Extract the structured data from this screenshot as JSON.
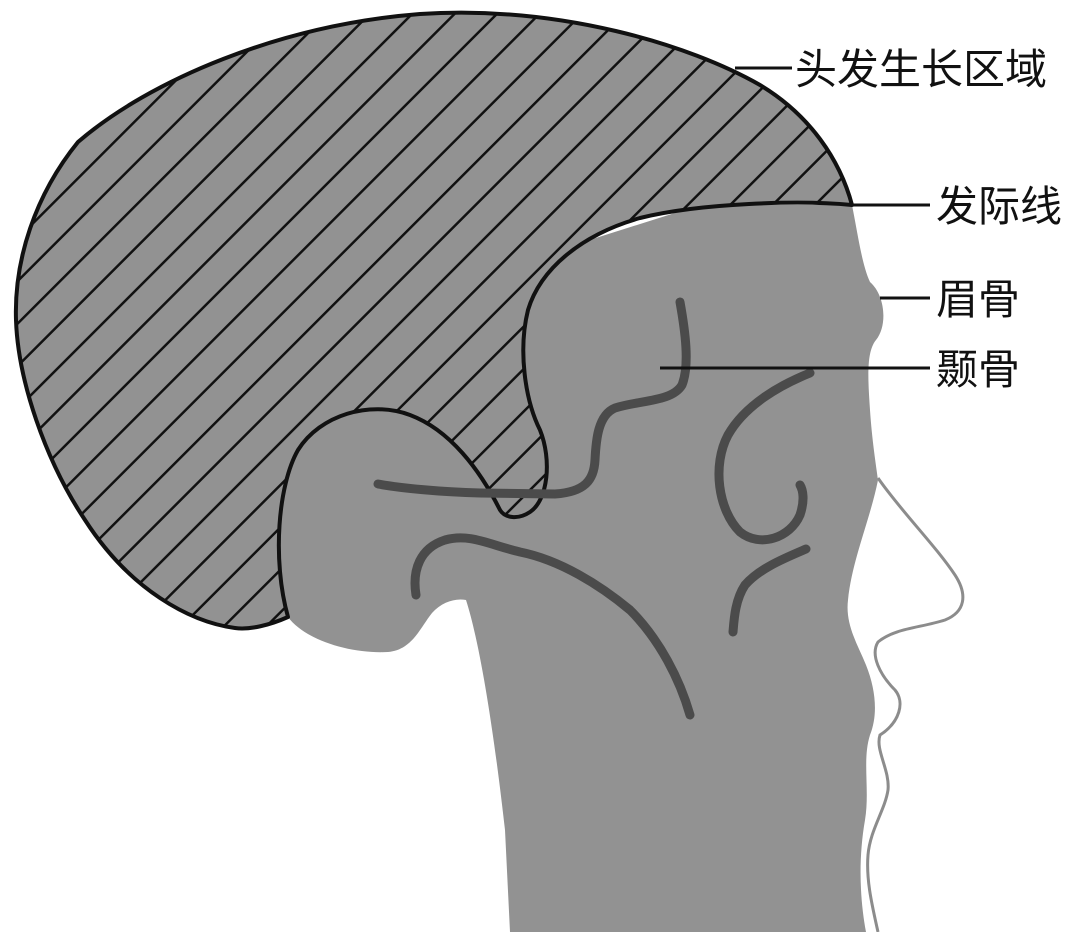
{
  "labels": {
    "hair_growth_area": "头发生长区域",
    "hairline": "发际线",
    "brow_bone": "眉骨",
    "temporal_bone": "颞骨"
  },
  "colors": {
    "skin": "#929292",
    "hatch_line": "#111111",
    "outline": "#111111",
    "bone_line": "#4b4b4b",
    "profile_outline": "#8c8c8c"
  }
}
